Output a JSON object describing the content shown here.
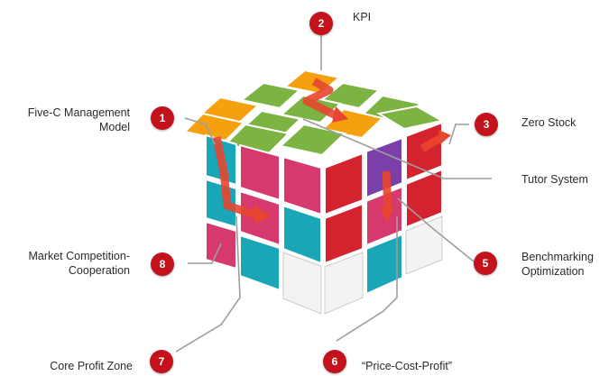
{
  "colors": {
    "badge": "#c3121c",
    "label_text": "#2b2b2b",
    "arrow": "#e8462f",
    "cube_green": "#7cb342",
    "cube_orange": "#f5a10f",
    "cube_pink": "#d63a6d",
    "cube_teal": "#1aa6b7",
    "cube_red": "#d4222e"
  },
  "items": [
    {
      "num": "1",
      "label": "Five-C Management\nModel"
    },
    {
      "num": "2",
      "label": "KPI"
    },
    {
      "num": "3",
      "label": "Zero Stock"
    },
    {
      "num": "",
      "label": "Tutor System"
    },
    {
      "num": "5",
      "label": "Benchmarking\nOptimization"
    },
    {
      "num": "6",
      "label": "“Price-Cost-Profit”"
    },
    {
      "num": "7",
      "label": "Core Profit Zone"
    },
    {
      "num": "8",
      "label": "Market Competition-\nCooperation"
    }
  ]
}
